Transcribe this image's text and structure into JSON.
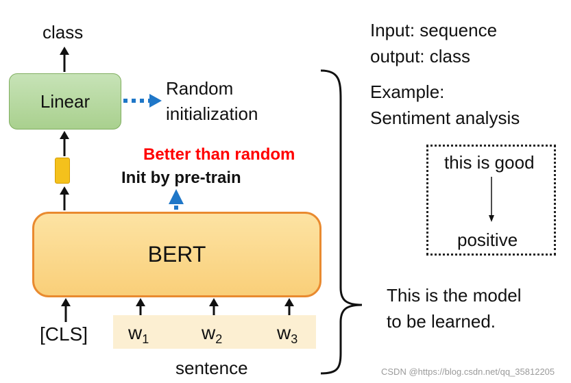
{
  "diagram": {
    "top_output_label": "class",
    "linear_label": "Linear",
    "random_init": [
      "Random",
      "initialization"
    ],
    "better_label": "Better than random",
    "init_label": "Init by pre-train",
    "bert_label": "BERT",
    "cls_label": "[CLS]",
    "tokens": [
      {
        "base": "w",
        "sub": "1"
      },
      {
        "base": "w",
        "sub": "2"
      },
      {
        "base": "w",
        "sub": "3"
      }
    ],
    "sentence_label": "sentence"
  },
  "notes": {
    "input_line": "Input:  sequence",
    "output_line": "output: class",
    "example_title": "Example:",
    "example_task": "Sentiment analysis",
    "example_input": "this is good",
    "example_output": "positive",
    "model_note": [
      "This is the model",
      "to be learned."
    ]
  },
  "watermark": "CSDN @https://blog.csdn.net/qq_35812205",
  "colors": {
    "linear_fill": "#a9d08e",
    "bert_fill": "#f9cf79",
    "bert_border": "#e98a2f",
    "arrow_blue": "#1f77c8",
    "highlight_red": "#ff0000",
    "token_band": "#fcefd2",
    "cls_token": "#f4c11c"
  }
}
